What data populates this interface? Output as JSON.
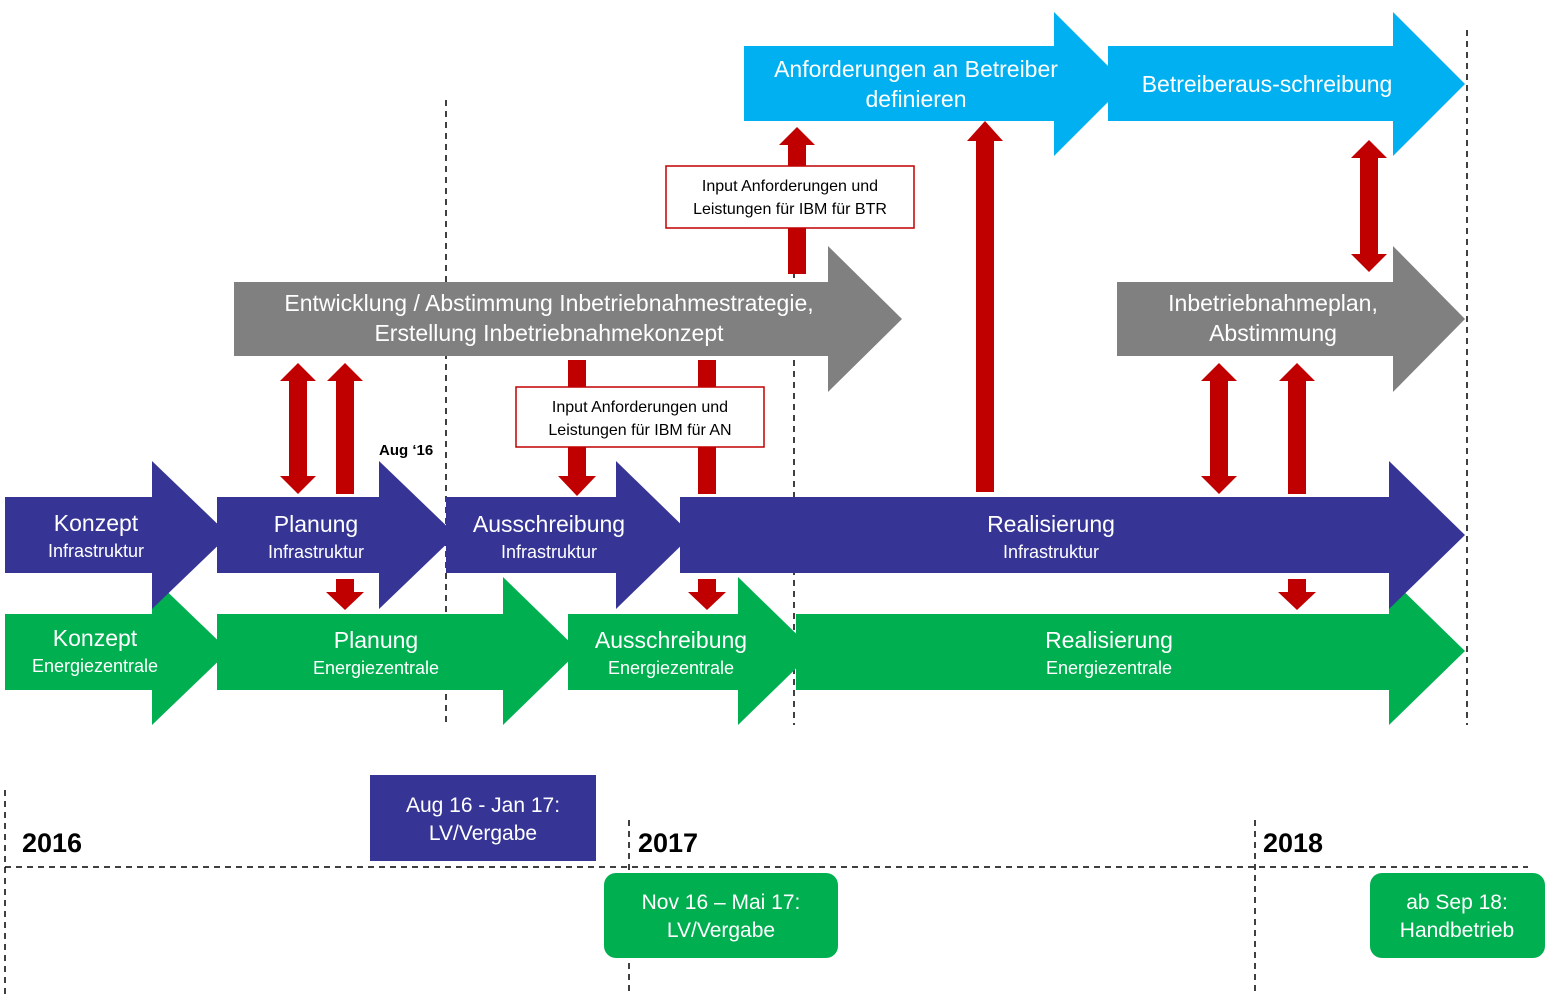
{
  "colors": {
    "infra": "#363596",
    "energy": "#00B050",
    "gray": "#808080",
    "blue": "#00B0F0",
    "red": "#C00000",
    "red_box_border": "#C00000"
  },
  "phases": {
    "infra": {
      "konzept": {
        "title": "Konzept",
        "sub": "Infrastruktur"
      },
      "planung": {
        "title": "Planung",
        "sub": "Infrastruktur"
      },
      "ausschreibung": {
        "title": "Ausschreibung",
        "sub": "Infrastruktur"
      },
      "realisierung": {
        "title": "Realisierung",
        "sub": "Infrastruktur"
      }
    },
    "energy": {
      "konzept": {
        "title": "Konzept",
        "sub": "Energiezentrale"
      },
      "planung": {
        "title": "Planung",
        "sub": "Energiezentrale"
      },
      "ausschreibung": {
        "title": "Ausschreibung",
        "sub": "Energiezentrale"
      },
      "realisierung": {
        "title": "Realisierung",
        "sub": "Energiezentrale"
      }
    }
  },
  "gray_arrows": {
    "entwicklung": {
      "line1": "Entwicklung / Abstimmung Inbetriebnahmestrategie,",
      "line2": "Erstellung Inbetriebnahmekonzept"
    },
    "inbetriebnahmeplan": {
      "line1": "Inbetriebnahmeplan,",
      "line2": "Abstimmung"
    }
  },
  "blue_arrows": {
    "anforderungen": {
      "line1": "Anforderungen an Betreiber",
      "line2": "definieren"
    },
    "betreiber": {
      "line1": "Betreiberaus-schreibung"
    }
  },
  "input_boxes": {
    "btr": {
      "line1": "Input Anforderungen und",
      "line2": "Leistungen für IBM für BTR"
    },
    "an": {
      "line1": "Input Anforderungen und",
      "line2": "Leistungen für IBM für AN"
    }
  },
  "milestone_label": "Aug ‘16",
  "years": [
    "2016",
    "2017",
    "2018"
  ],
  "info_boxes": {
    "infra_vergabe": {
      "line1": "Aug 16 - Jan 17:",
      "line2": "LV/Vergabe"
    },
    "energy_vergabe": {
      "line1": "Nov 16 – Mai 17:",
      "line2": "LV/Vergabe"
    },
    "handbetrieb": {
      "line1": "ab Sep 18:",
      "line2": "Handbetrieb"
    }
  }
}
